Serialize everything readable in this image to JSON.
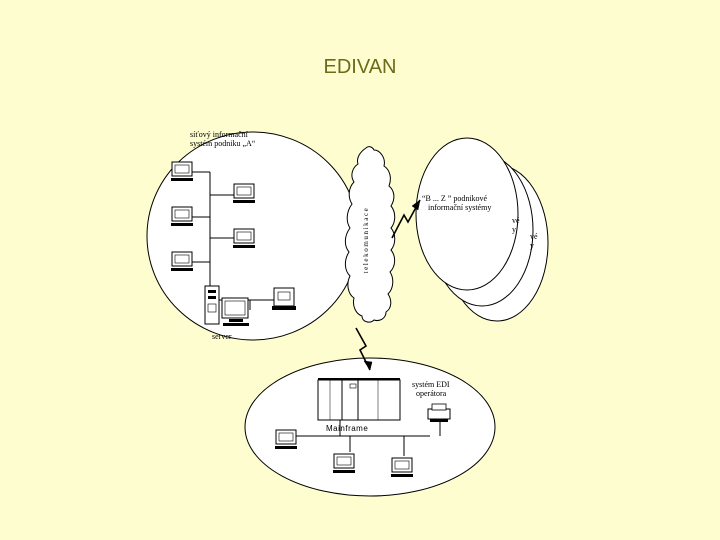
{
  "title": "EDIVAN",
  "labels": {
    "network_a": [
      "síťový informační",
      "systém podniku „A“"
    ],
    "telecom": "telekomunikace",
    "others": [
      "“B  ... Z ” podnikové",
      "informační systémy"
    ],
    "others_peek_1": [
      "vé",
      "y"
    ],
    "others_peek_2": [
      "vé",
      "y"
    ],
    "server": "server",
    "edi_operator": [
      "systém EDI",
      "operátora"
    ],
    "mainframe": "Mainframe"
  },
  "colors": {
    "background": "#fdfdcf",
    "title": "#6b6b1a",
    "line": "#000000",
    "shape_fill": "#ffffff"
  },
  "icons": [
    "computer-icon",
    "server-tower-icon",
    "printer-icon",
    "mainframe-cabinet-icon",
    "lightning-link-icon",
    "cloud-icon"
  ]
}
